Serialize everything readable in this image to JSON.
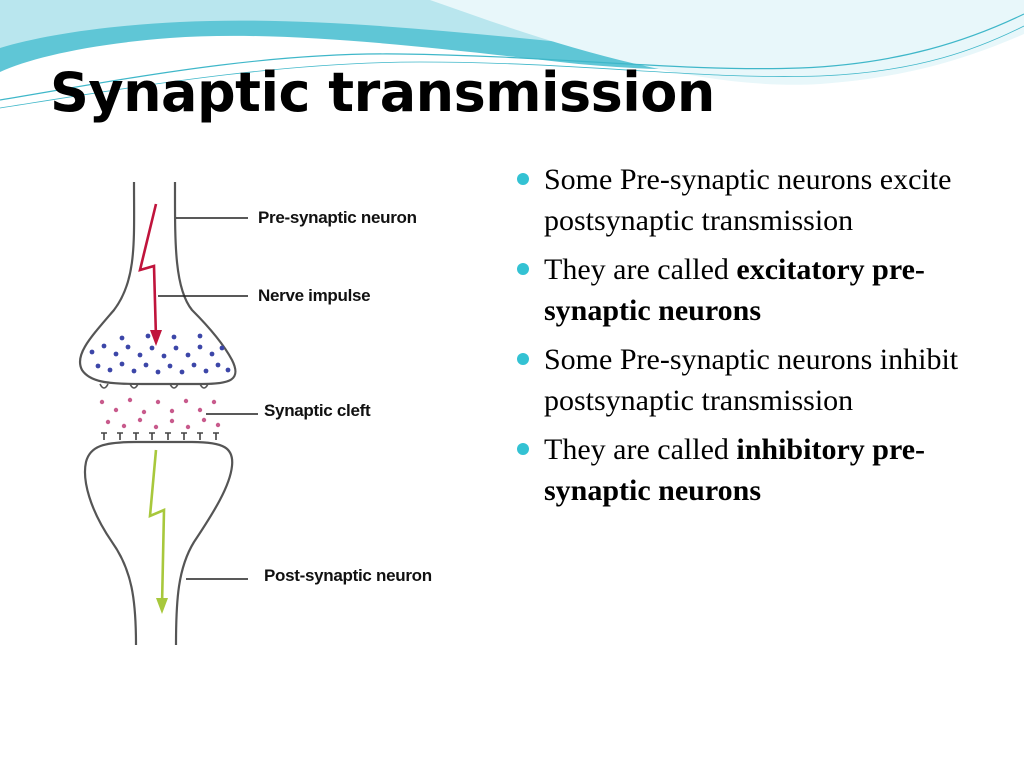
{
  "slide": {
    "title": "Synaptic transmission",
    "accent_color": "#33c2d3"
  },
  "diagram": {
    "labels": {
      "pre_neuron": "Pre-synaptic neuron",
      "nerve_impulse": "Nerve impulse",
      "synaptic_cleft": "Synaptic cleft",
      "post_neuron": "Post-synaptic neuron"
    },
    "colors": {
      "impulse_arrow": "#c0143c",
      "post_arrow": "#a8c83c",
      "vesicles": "#3c46a8",
      "transmitter": "#c85a8c"
    }
  },
  "bullets": [
    {
      "text": "Some Pre-synaptic neurons excite postsynaptic transmission",
      "bold_part": ""
    },
    {
      "text": "They are called ",
      "bold_part": "excitatory pre-synaptic neurons"
    },
    {
      "text": "Some Pre-synaptic neurons inhibit postsynaptic transmission",
      "bold_part": ""
    },
    {
      "text": "They are called ",
      "bold_part": "inhibitory pre-synaptic neurons"
    }
  ]
}
